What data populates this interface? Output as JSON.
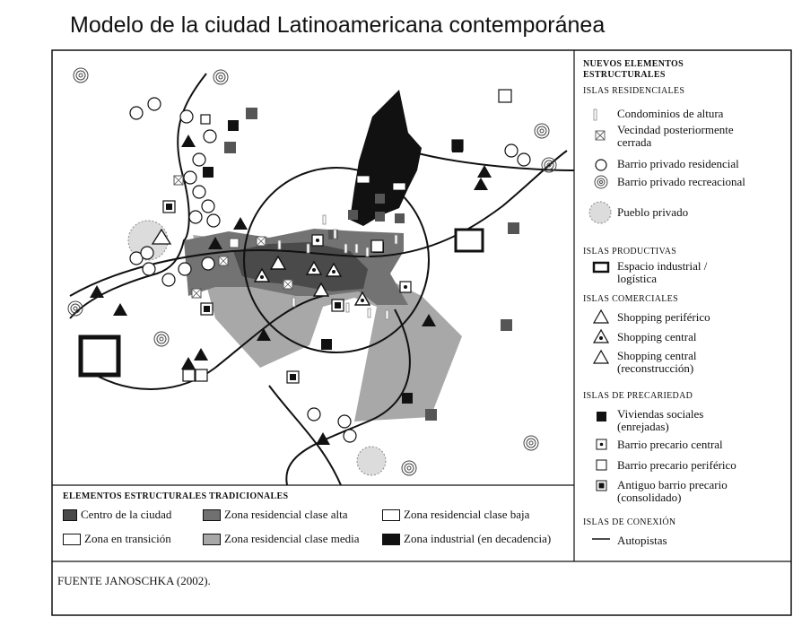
{
  "title": "Modelo de la ciudad Latinoamericana contemporánea",
  "legend": {
    "header_1": "NUEVOS ELEMENTOS",
    "header_2": "ESTRUCTURALES",
    "residential_section": "ISLAS RESIDENCIALES",
    "residential": [
      {
        "icon": "tall-condo-icon",
        "label": "Condominios de altura"
      },
      {
        "icon": "gated-neighborhood-icon",
        "label": "Vecindad posteriormente cerrada"
      },
      {
        "icon": "circle-icon",
        "label": "Barrio privado residencial"
      },
      {
        "icon": "spiral-circle-icon",
        "label": "Barrio privado recreacional"
      },
      {
        "icon": "gray-disc-icon",
        "label": "Pueblo privado"
      }
    ],
    "productive_section": "ISLAS PRODUCTIVAS",
    "productive": [
      {
        "icon": "industrial-rect-icon",
        "label": "Espacio industrial / logística"
      }
    ],
    "commercial_section": "ISLAS COMERCIALES",
    "commercial": [
      {
        "icon": "triangle-outline-icon",
        "label": "Shopping periférico"
      },
      {
        "icon": "triangle-dot-icon",
        "label": "Shopping central"
      },
      {
        "icon": "triangle-outline-icon",
        "label": "Shopping central (reconstrucción)"
      }
    ],
    "precarity_section": "ISLAS DE PRECARIEDAD",
    "precarity": [
      {
        "icon": "black-square-icon",
        "label": "Viviendas sociales (enrejadas)"
      },
      {
        "icon": "dot-square-icon",
        "label": "Barrio precario central"
      },
      {
        "icon": "empty-square-icon",
        "label": "Barrio precario periférico"
      },
      {
        "icon": "framed-square-icon",
        "label": "Antiguo barrio precario (consolidado)"
      }
    ],
    "connection_section": "ISLAS DE CONEXIÓN",
    "connection": [
      {
        "icon": "line-icon",
        "label": "Autopistas"
      }
    ]
  },
  "traditional": {
    "header": "ELEMENTOS ESTRUCTURALES TRADICIONALES",
    "items": [
      {
        "label": "Centro de la ciudad",
        "color": "#4a4a4a"
      },
      {
        "label": "Zona residencial clase alta",
        "color": "#707070"
      },
      {
        "label": "Zona residencial clase baja",
        "color": "#ffffff"
      },
      {
        "label": "Zona en transición",
        "color": "#ffffff"
      },
      {
        "label": "Zona residencial clase media",
        "color": "#a8a8a8"
      },
      {
        "label": "Zona industrial (en decadencia)",
        "color": "#111111"
      }
    ]
  },
  "source": "FUENTE JANOSCHKA (2002)."
}
